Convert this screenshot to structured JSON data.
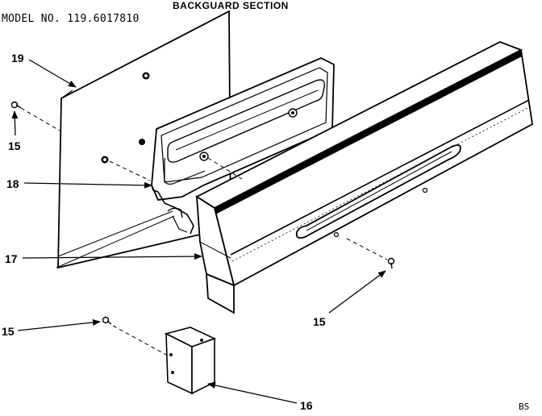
{
  "header": {
    "section_title": "BACKGUARD SECTION",
    "model_label": "MODEL NO. 119.6017810"
  },
  "callouts": {
    "c19": "19",
    "c15_top": "15",
    "c18": "18",
    "c17": "17",
    "c15_left": "15",
    "c15_right": "15",
    "c16": "16"
  },
  "footer": {
    "code": "BS"
  },
  "colors": {
    "ink": "#000000",
    "paper": "#ffffff",
    "shade": "#d9d9d9"
  }
}
